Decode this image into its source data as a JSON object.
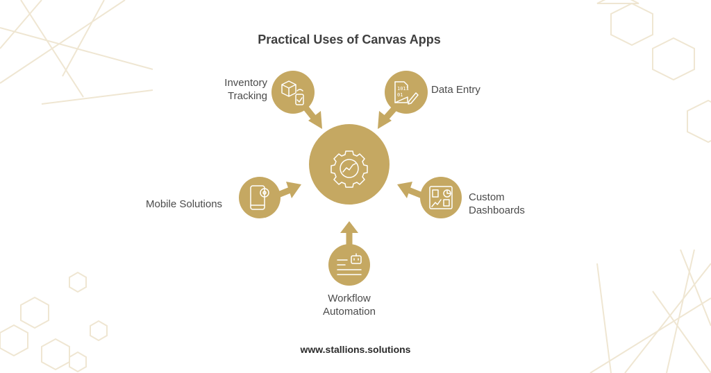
{
  "title": "Practical Uses of Canvas Apps",
  "colors": {
    "accent": "#C5A862",
    "text": "#4a4a4a",
    "decoration": "#efe6d2"
  },
  "center": {
    "icon": "gear-chart-icon"
  },
  "nodes": [
    {
      "id": "inventory",
      "line1": "Inventory",
      "line2": "Tracking",
      "icon": "package-tablet-icon"
    },
    {
      "id": "data-entry",
      "line1": "Data Entry",
      "icon": "binary-document-pencil-icon"
    },
    {
      "id": "mobile",
      "line1": "Mobile Solutions",
      "icon": "phone-gear-icon"
    },
    {
      "id": "dashboards",
      "line1": "Custom",
      "line2": "Dashboards",
      "icon": "dashboard-icon"
    },
    {
      "id": "workflow",
      "line1": "Workflow",
      "line2": "Automation",
      "icon": "robot-list-icon"
    }
  ],
  "footer": "www.stallions.solutions"
}
